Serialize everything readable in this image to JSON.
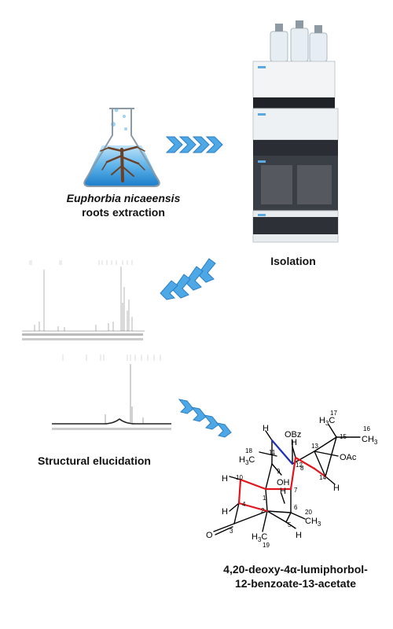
{
  "flask_caption": {
    "species": "Euphorbia nicaeensis",
    "rest": "roots extraction"
  },
  "isolation_caption": "Isolation",
  "elucidation_caption": "Structural elucidation",
  "compound_caption": {
    "line1": "4,20-deoxy-4α-lumiphorbol-",
    "line2": "12-benzoate-13-acetate"
  },
  "structure_labels": {
    "OBz": "OBz",
    "OAc": "OAc",
    "OH": "OH",
    "CH3": "CH",
    "sub3": "3",
    "H3C": "H",
    "H": "H",
    "O": "O",
    "n1": "1",
    "n2": "2",
    "n3": "3",
    "n4": "4",
    "n5": "5",
    "n6": "6",
    "n7": "7",
    "n8": "8",
    "n9": "9",
    "n10": "10",
    "n11": "11",
    "n12": "12",
    "n13": "13",
    "n14": "14",
    "n15": "15",
    "n16": "16",
    "n17": "17",
    "n18": "18",
    "n19": "19",
    "n20": "20"
  },
  "colors": {
    "arrow": "#4fa8e6",
    "arrow_edge": "#2b7fc4",
    "red_bond": "#e0151b",
    "blue_bond": "#1c2fb8",
    "liquid": "#3aa0e0",
    "root": "#6b4026"
  }
}
